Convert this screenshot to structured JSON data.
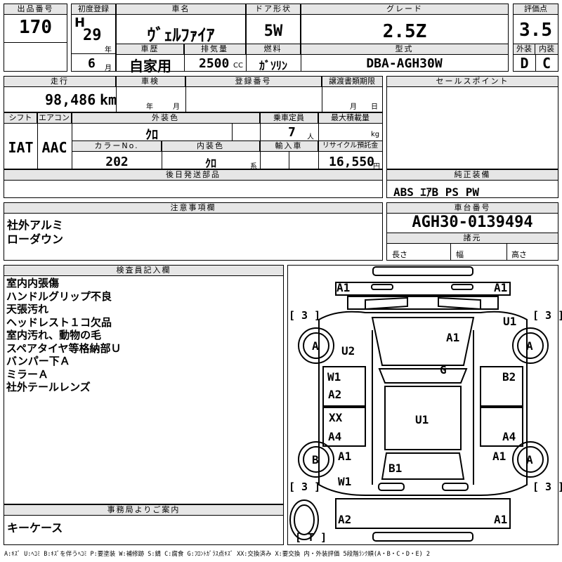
{
  "hdr": {
    "lot_no": "出品番号",
    "first_reg": "初度登録",
    "car_name": "車名",
    "door": "ドア形状",
    "grade": "グレード",
    "score": "評価点",
    "history": "車歴",
    "displacement": "排気量",
    "fuel": "燃料",
    "model_code": "型式",
    "ext_label": "外装",
    "int_label": "内装",
    "mileage": "走行",
    "inspection": "車検",
    "reg_no": "登録番号",
    "transfer_doc": "譲渡書類期限",
    "sales_point": "セールスポイント",
    "shift": "シフト",
    "aircon": "エアコン",
    "ext_color": "外装色",
    "capacity": "乗車定員",
    "max_load": "最大積載量",
    "color_no": "カラーNo.",
    "int_color": "内装色",
    "import": "輸入車",
    "recycle": "リサイクル預託金",
    "later_parts": "後日発送部品",
    "genuine_equip": "純正装備",
    "notes": "注意事項欄",
    "chassis": "車台番号",
    "specs": "諸元",
    "inspector": "検査員記入欄",
    "office": "事務局よりご案内"
  },
  "vehicle": {
    "lot_no": "170",
    "era": "H",
    "year": "29",
    "year_unit": "年",
    "month": "6",
    "month_unit": "月",
    "name": "ｳﾞｪﾙﾌｧｲｱ",
    "door": "5W",
    "grade": "2.5Z",
    "score": "3.5",
    "history": "自家用",
    "displacement": "2500",
    "cc": "CC",
    "fuel": "ｶﾞｿﾘﾝ",
    "model_code": "DBA-AGH30W",
    "ext_score": "D",
    "int_score": "C",
    "mileage": "98,486",
    "km": "km",
    "insp_year": "年",
    "insp_month": "月",
    "doc_month": "月",
    "doc_day": "日",
    "shift": "IAT",
    "aircon": "AAC",
    "ext_color": "ｸﾛ",
    "capacity": "7",
    "capacity_unit": "人",
    "load_unit": "kg",
    "color_no": "202",
    "int_color": "ｸﾛ",
    "int_color_unit": "系",
    "recycle": "16,550",
    "yen": "円",
    "equipment": "ABS ｴｱB PS PW",
    "chassis": "AGH30-0139494",
    "length": "長さ",
    "width": "幅",
    "height": "高さ"
  },
  "notes": [
    "社外アルミ",
    "ローダウン"
  ],
  "inspector_notes": [
    "室内内張傷",
    "ハンドルグリップ不良",
    "天張汚れ",
    "ヘッドレスト１コ欠品",
    "室内汚れ、動物の毛",
    "スペアタイヤ等格納部Ｕ",
    "バンパー下Ａ",
    "ミラーＡ",
    "社外テールレンズ"
  ],
  "office_note": "キーケース",
  "legend": "A:ｷｽﾞ U:ﾍｺﾐ B:ｷｽﾞを伴うﾍｺﾐ P:要塗装 W:補修跡 S:錆 C:腐食 G:ﾌﾛﾝﾄｶﾞﾗｽ点ｷｽﾞ XX:交換済み X:要交換 内・外装評価 5段階ﾗﾝｸ順(A・B・C・D・E) 2",
  "diagram": {
    "tl_bumper": "A1",
    "tr_bumper": "A1",
    "lf_count": "[ 3 ]",
    "rf_count": "[ 3 ]",
    "lr_count": "[ 3 ]",
    "rr_count": "[ 3 ]",
    "t_label": "[ T ]",
    "hood": "A1",
    "rf_fender": "U1",
    "lf_fender": "U2",
    "lf_tire": "A",
    "rf_tire": "A",
    "lr_tire": "B",
    "rr_tire": "A",
    "glass": "G",
    "lf_door_a": "W1",
    "lf_door_b": "A2",
    "rf_door": "B2",
    "l_slide_a": "XX",
    "l_slide_b": "A4",
    "r_slide": "A4",
    "roof": "U1",
    "lr_qtr": "A1",
    "rr_qtr": "A1",
    "lr_w": "W1",
    "back_door": "B1",
    "rear_left": "A2",
    "rear_right": "A1"
  }
}
